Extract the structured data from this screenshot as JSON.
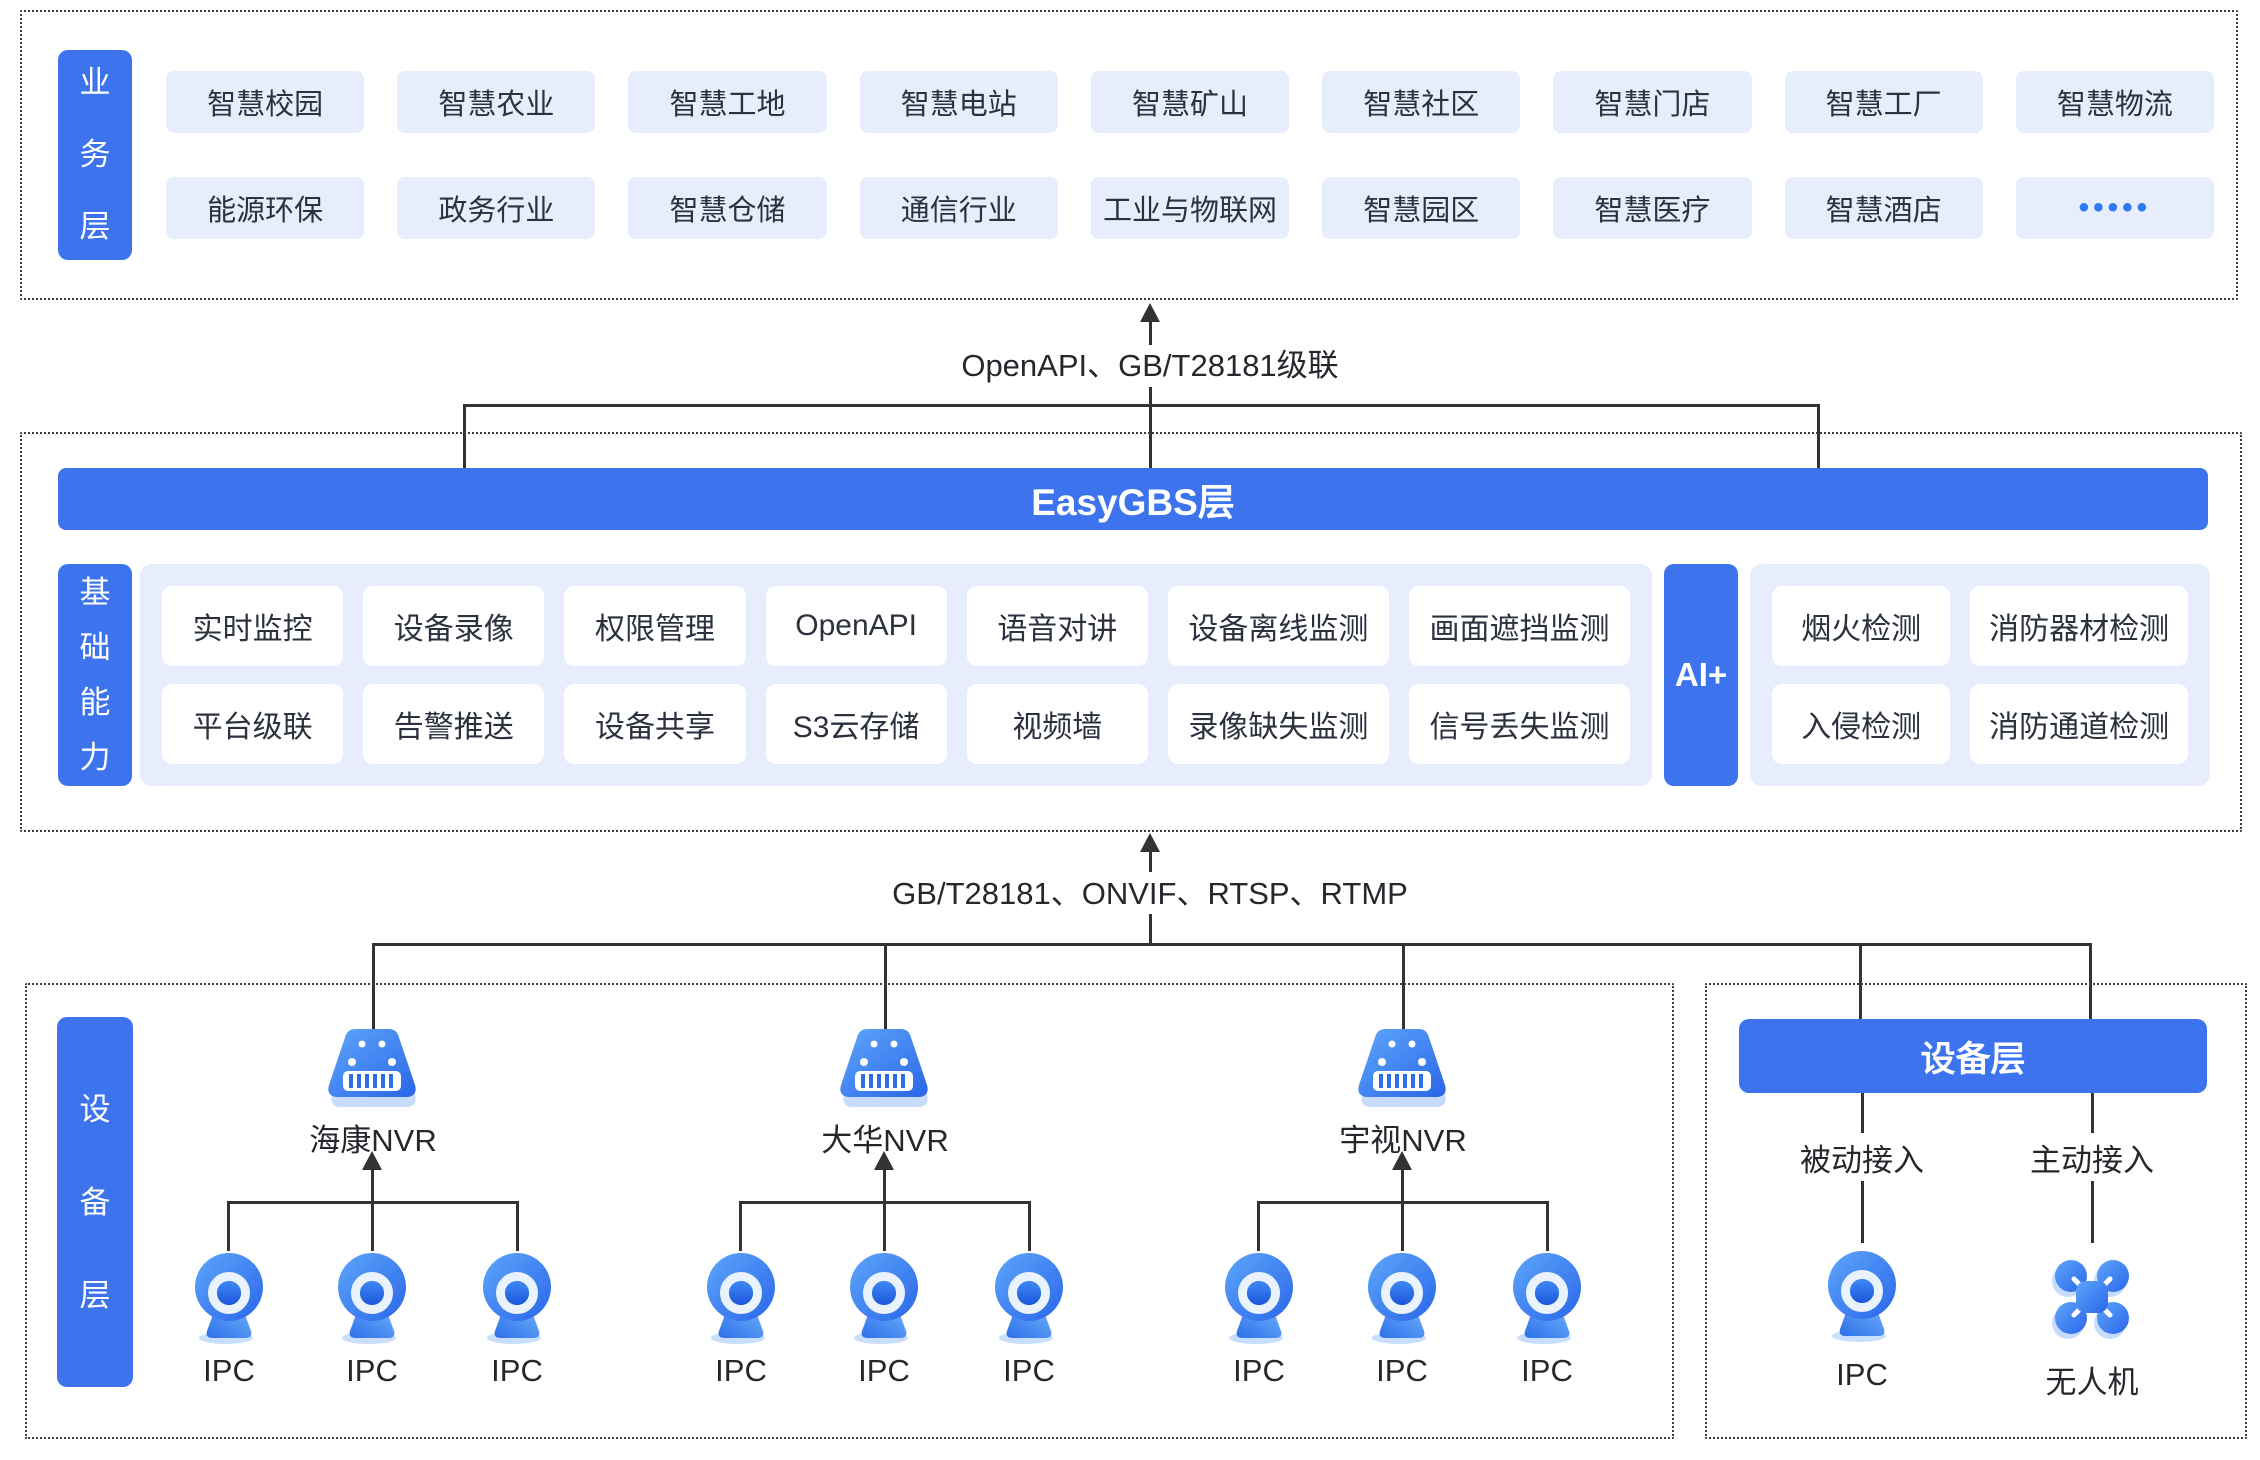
{
  "colors": {
    "accent_blue": "#3d74ee",
    "chip_bg": "#e7edfc",
    "line": "#333333",
    "text_dark": "#2b313d",
    "dots_blue": "#2e7bf1"
  },
  "business": {
    "label": "业务层",
    "rows": [
      [
        "智慧校园",
        "智慧农业",
        "智慧工地",
        "智慧电站",
        "智慧矿山",
        "智慧社区",
        "智慧门店",
        "智慧工厂",
        "智慧物流"
      ],
      [
        "能源环保",
        "政务行业",
        "智慧仓储",
        "通信行业",
        "工业与物联网",
        "智慧园区",
        "智慧医疗",
        "智慧酒店",
        "•••••"
      ]
    ]
  },
  "connector_top": {
    "text": "OpenAPI、GB/T28181级联"
  },
  "easygbs": {
    "title": "EasyGBS层"
  },
  "capabilities": {
    "label": "基础能力",
    "rows": [
      [
        "实时监控",
        "设备录像",
        "权限管理",
        "OpenAPI",
        "语音对讲",
        "设备离线监测",
        "画面遮挡监测"
      ],
      [
        "平台级联",
        "告警推送",
        "设备共享",
        "S3云存储",
        "视频墙",
        "录像缺失监测",
        "信号丢失监测"
      ]
    ]
  },
  "ai": {
    "label": "AI+",
    "rows": [
      [
        "烟火检测",
        "消防器材检测"
      ],
      [
        "入侵检测",
        "消防通道检测"
      ]
    ]
  },
  "connector_bottom": {
    "text": "GB/T28181、ONVIF、RTSP、RTMP"
  },
  "device_left": {
    "label": "设备层",
    "groups": [
      {
        "nvr": "海康NVR",
        "cameras": [
          "IPC",
          "IPC",
          "IPC"
        ]
      },
      {
        "nvr": "大华NVR",
        "cameras": [
          "IPC",
          "IPC",
          "IPC"
        ]
      },
      {
        "nvr": "宇视NVR",
        "cameras": [
          "IPC",
          "IPC",
          "IPC"
        ]
      }
    ]
  },
  "device_right": {
    "header": "设备层",
    "branches": [
      {
        "mode": "被动接入",
        "device": "IPC"
      },
      {
        "mode": "主动接入",
        "device": "无人机"
      }
    ]
  }
}
